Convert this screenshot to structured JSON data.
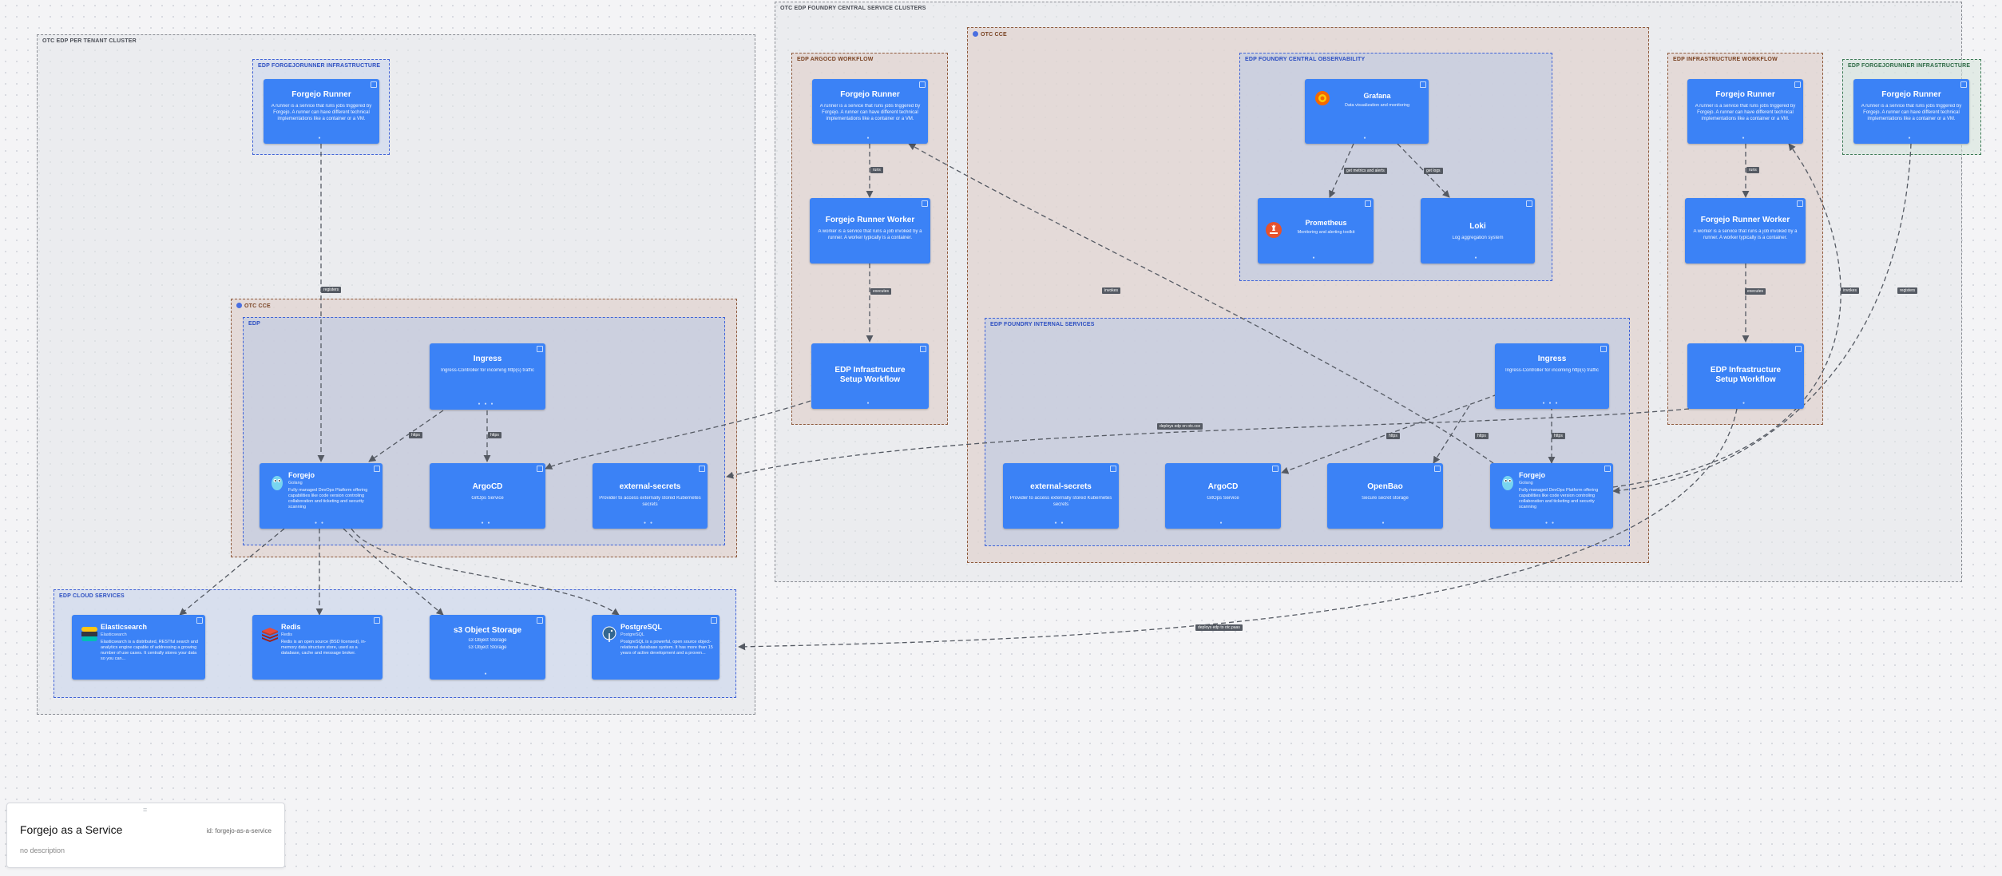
{
  "zones": {
    "per_tenant": "OTC EDP PER TENANT CLUSTER",
    "runner_infra_left": "EDP FORGEJORUNNER INFRASTRUCTURE",
    "otc_cce_left": "OTC CCE",
    "edp": "EDP",
    "cloud_services": "EDP CLOUD SERVICES",
    "central_clusters": "OTC EDP FOUNDRY CENTRAL SERVICE CLUSTERS",
    "argocd_workflow": "EDP ARGOCD WORKFLOW",
    "otc_cce_right": "OTC CCE",
    "central_observability": "EDP FOUNDRY CENTRAL OBSERVABILITY",
    "internal_services": "EDP FOUNDRY INTERNAL SERVICES",
    "infra_workflow": "EDP INFRASTRUCTURE WORKFLOW",
    "runner_infra_right": "EDP FORGEJORUNNER INFRASTRUCTURE"
  },
  "cards": {
    "runner_left": {
      "title": "Forgejo Runner",
      "desc": "A runner is a service that runs jobs triggered by Forgejo. A runner can have different technical implementations like a container or a VM."
    },
    "ingress_left": {
      "title": "Ingress",
      "desc": "Ingress-Controller for incoming http(s) traffic"
    },
    "forgejo_left": {
      "title": "Forgejo",
      "tech": "Golang",
      "desc": "Fully managed DevOps Platform offering capabilities like code version controling collaboration and ticketing and security scanning"
    },
    "argocd_left": {
      "title": "ArgoCD",
      "desc": "GitOps Service"
    },
    "secrets_left": {
      "title": "external-secrets",
      "desc": "Provider to access externally stored Kubernetes secrets"
    },
    "elasticsearch": {
      "title": "Elasticsearch",
      "tech": "Elasticsearch",
      "desc": "Elasticsearch is a distributed, RESTful search and analytics engine capable of addressing a growing number of use cases. It centrally stores your data so you can..."
    },
    "redis": {
      "title": "Redis",
      "tech": "Redis",
      "desc": "Redis is an open source (BSD licensed), in-memory data structure store, used as a database, cache and message broker."
    },
    "s3": {
      "title": "s3 Object Storage",
      "tech": "s3 Object Storage",
      "desc": "s3 Object Storage"
    },
    "postgresql": {
      "title": "PostgreSQL",
      "tech": "PostgreSQL",
      "desc": "PostgreSQL is a powerful, open source object-relational database system. It has more than 15 years of active development and a proven..."
    },
    "runner_argo": {
      "title": "Forgejo Runner",
      "desc": "A runner is a service that runs jobs triggered by Forgejo. A runner can have different technical implementations like a container or a VM."
    },
    "worker_argo": {
      "title": "Forgejo Runner Worker",
      "desc": "A worker is a service that runs a job invoked by a runner. A worker typically is a container."
    },
    "workflow_argo": {
      "title": "EDP Infrastructure\nSetup Workflow",
      "desc": ""
    },
    "grafana": {
      "title": "Grafana",
      "desc": "Data visualization and monitoring"
    },
    "prometheus": {
      "title": "Prometheus",
      "desc": "Monitoring and alerting toolkit"
    },
    "loki": {
      "title": "Loki",
      "desc": "Log aggregation system"
    },
    "ingress_right": {
      "title": "Ingress",
      "desc": "Ingress-Controller for incoming http(s) traffic"
    },
    "secrets_right": {
      "title": "external-secrets",
      "desc": "Provider to access externally stored Kubernetes secrets"
    },
    "argocd_right": {
      "title": "ArgoCD",
      "desc": "GitOps Service"
    },
    "openbao": {
      "title": "OpenBao",
      "desc": "Secure secret storage"
    },
    "forgejo_right": {
      "title": "Forgejo",
      "tech": "Golang",
      "desc": "Fully managed DevOps Platform offering capabilities like code version controling collaboration and ticketing and security scanning"
    },
    "runner_infra": {
      "title": "Forgejo Runner",
      "desc": "A runner is a service that runs jobs triggered by Forgejo. A runner can have different technical implementations like a container or a VM."
    },
    "worker_infra": {
      "title": "Forgejo Runner Worker",
      "desc": "A worker is a service that runs a job invoked by a runner. A worker typically is a container."
    },
    "workflow_infra": {
      "title": "EDP Infrastructure\nSetup Workflow",
      "desc": ""
    },
    "runner_infra2": {
      "title": "Forgejo Runner",
      "desc": "A runner is a service that runs jobs triggered by Forgejo. A runner can have different technical implementations like a container or a VM."
    }
  },
  "edges": {
    "registers_left": "registers",
    "https_1": "https",
    "https_2": "https",
    "runs_argo": "runs",
    "executes_argo": "executes",
    "get_metrics": "get metrics and alerts",
    "get_logs": "get logs",
    "invokes_1": "invokes",
    "deploys_edp": "deploys edp on otc.cce",
    "https_3": "https",
    "https_4": "https",
    "https_5": "https",
    "runs_infra": "runs",
    "executes_infra": "executes",
    "invokes_2": "invokes",
    "registers_right": "registers",
    "deploys_cloud": "deploys edp to otc.paas"
  },
  "panel": {
    "title": "Forgejo as a Service",
    "id": "id: forgejo-as-a-service",
    "desc": "no description",
    "handle": "="
  }
}
